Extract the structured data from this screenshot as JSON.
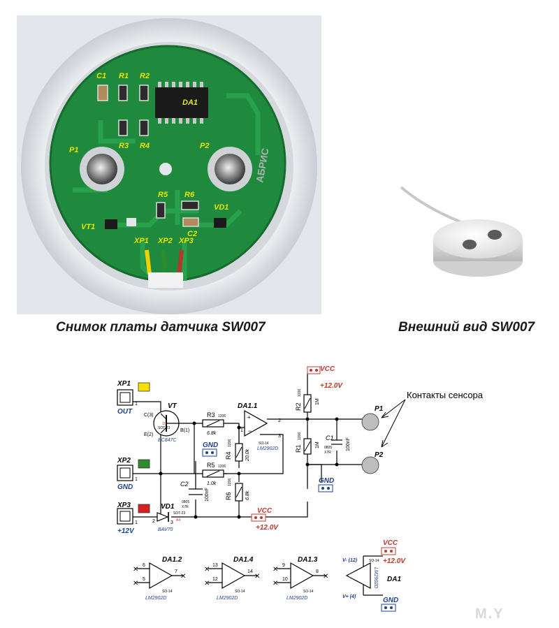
{
  "captions": {
    "board": "Снимок платы датчика SW007",
    "exterior": "Внешний вид SW007"
  },
  "board_labels": {
    "c1": "C1",
    "r1": "R1",
    "r2": "R2",
    "da1": "DA1",
    "r3": "R3",
    "r4": "R4",
    "p1": "P1",
    "p2": "P2",
    "r5": "R5",
    "r6": "R6",
    "vd1": "VD1",
    "vt1": "VT1",
    "c2": "C2",
    "xp1": "XP1",
    "xp2": "XP2",
    "xp3": "XP3",
    "brand": "АБРИС"
  },
  "schematic": {
    "xp1": {
      "name": "XP1",
      "pin": "1",
      "signal": "OUT"
    },
    "xp2": {
      "name": "XP2",
      "pin": "1",
      "signal": "GND"
    },
    "xp3": {
      "name": "XP3",
      "pin": "1",
      "signal": "+12V"
    },
    "vt": {
      "name": "VT",
      "c": "C(3)",
      "b": "B(1)",
      "e": "E(2)",
      "pkg": "SOT-23",
      "mark": "1G",
      "part": "BC847C"
    },
    "r3": {
      "name": "R3",
      "size": "1206",
      "value": "6.8k"
    },
    "r4": {
      "name": "R4",
      "size": "1206",
      "value": "20.0k"
    },
    "r5": {
      "name": "R5",
      "size": "1206",
      "value": "1.0k"
    },
    "r6": {
      "name": "R6",
      "size": "1206",
      "value": "6.8k"
    },
    "r1": {
      "name": "R1",
      "size": "1206",
      "value": "1M"
    },
    "r2": {
      "name": "R2",
      "size": "1206",
      "value": "1M"
    },
    "c1": {
      "name": "C1",
      "size": "0805",
      "dielectric": "X7R",
      "value": "100nF"
    },
    "c2": {
      "name": "C2",
      "size": "0805",
      "dielectric": "X7R",
      "value": "100nF"
    },
    "vd1": {
      "name": "VD1",
      "pkg": "SOT-23",
      "mark": "A4",
      "part": "BAV70",
      "pin2": "2",
      "pin3": "3"
    },
    "da11": {
      "name": "DA1.1",
      "pkg": "SO-14",
      "part": "LM2902D",
      "pin1": "1",
      "pin2": "2",
      "pin3": "3"
    },
    "da12": {
      "name": "DA1.2",
      "pkg": "SO-14",
      "part": "LM2902D",
      "pin_a": "6",
      "pin_b": "5",
      "pin_out": "7"
    },
    "da14": {
      "name": "DA1.4",
      "pkg": "SO-14",
      "part": "LM2902D",
      "pin_a": "13",
      "pin_b": "12",
      "pin_out": "14"
    },
    "da13": {
      "name": "DA1.3",
      "pkg": "SO-14",
      "part": "LM2902D",
      "pin_a": "9",
      "pin_b": "10",
      "pin_out": "8"
    },
    "da1": {
      "name": "DA1",
      "pkg": "SO-14",
      "part": "LM2902D",
      "vminus": "V- (12)",
      "vplus": "V+ (4)"
    },
    "vcc": "VCC",
    "v12": "+12.0V",
    "gnd": "GND",
    "p1": "P1",
    "p2": "P2",
    "sensor_contacts": "Контакты сенсора"
  },
  "colors": {
    "xp1_flag": "#f5e100",
    "xp2_flag": "#2e8b2e",
    "xp3_flag": "#d42020",
    "vcc": "#c0392b",
    "gnd": "#1f3f8f",
    "label_blue": "#1f3f8f",
    "board_green": "#1f8a3e",
    "silk_yellow": "#e6e600"
  },
  "watermark": "M.Y"
}
